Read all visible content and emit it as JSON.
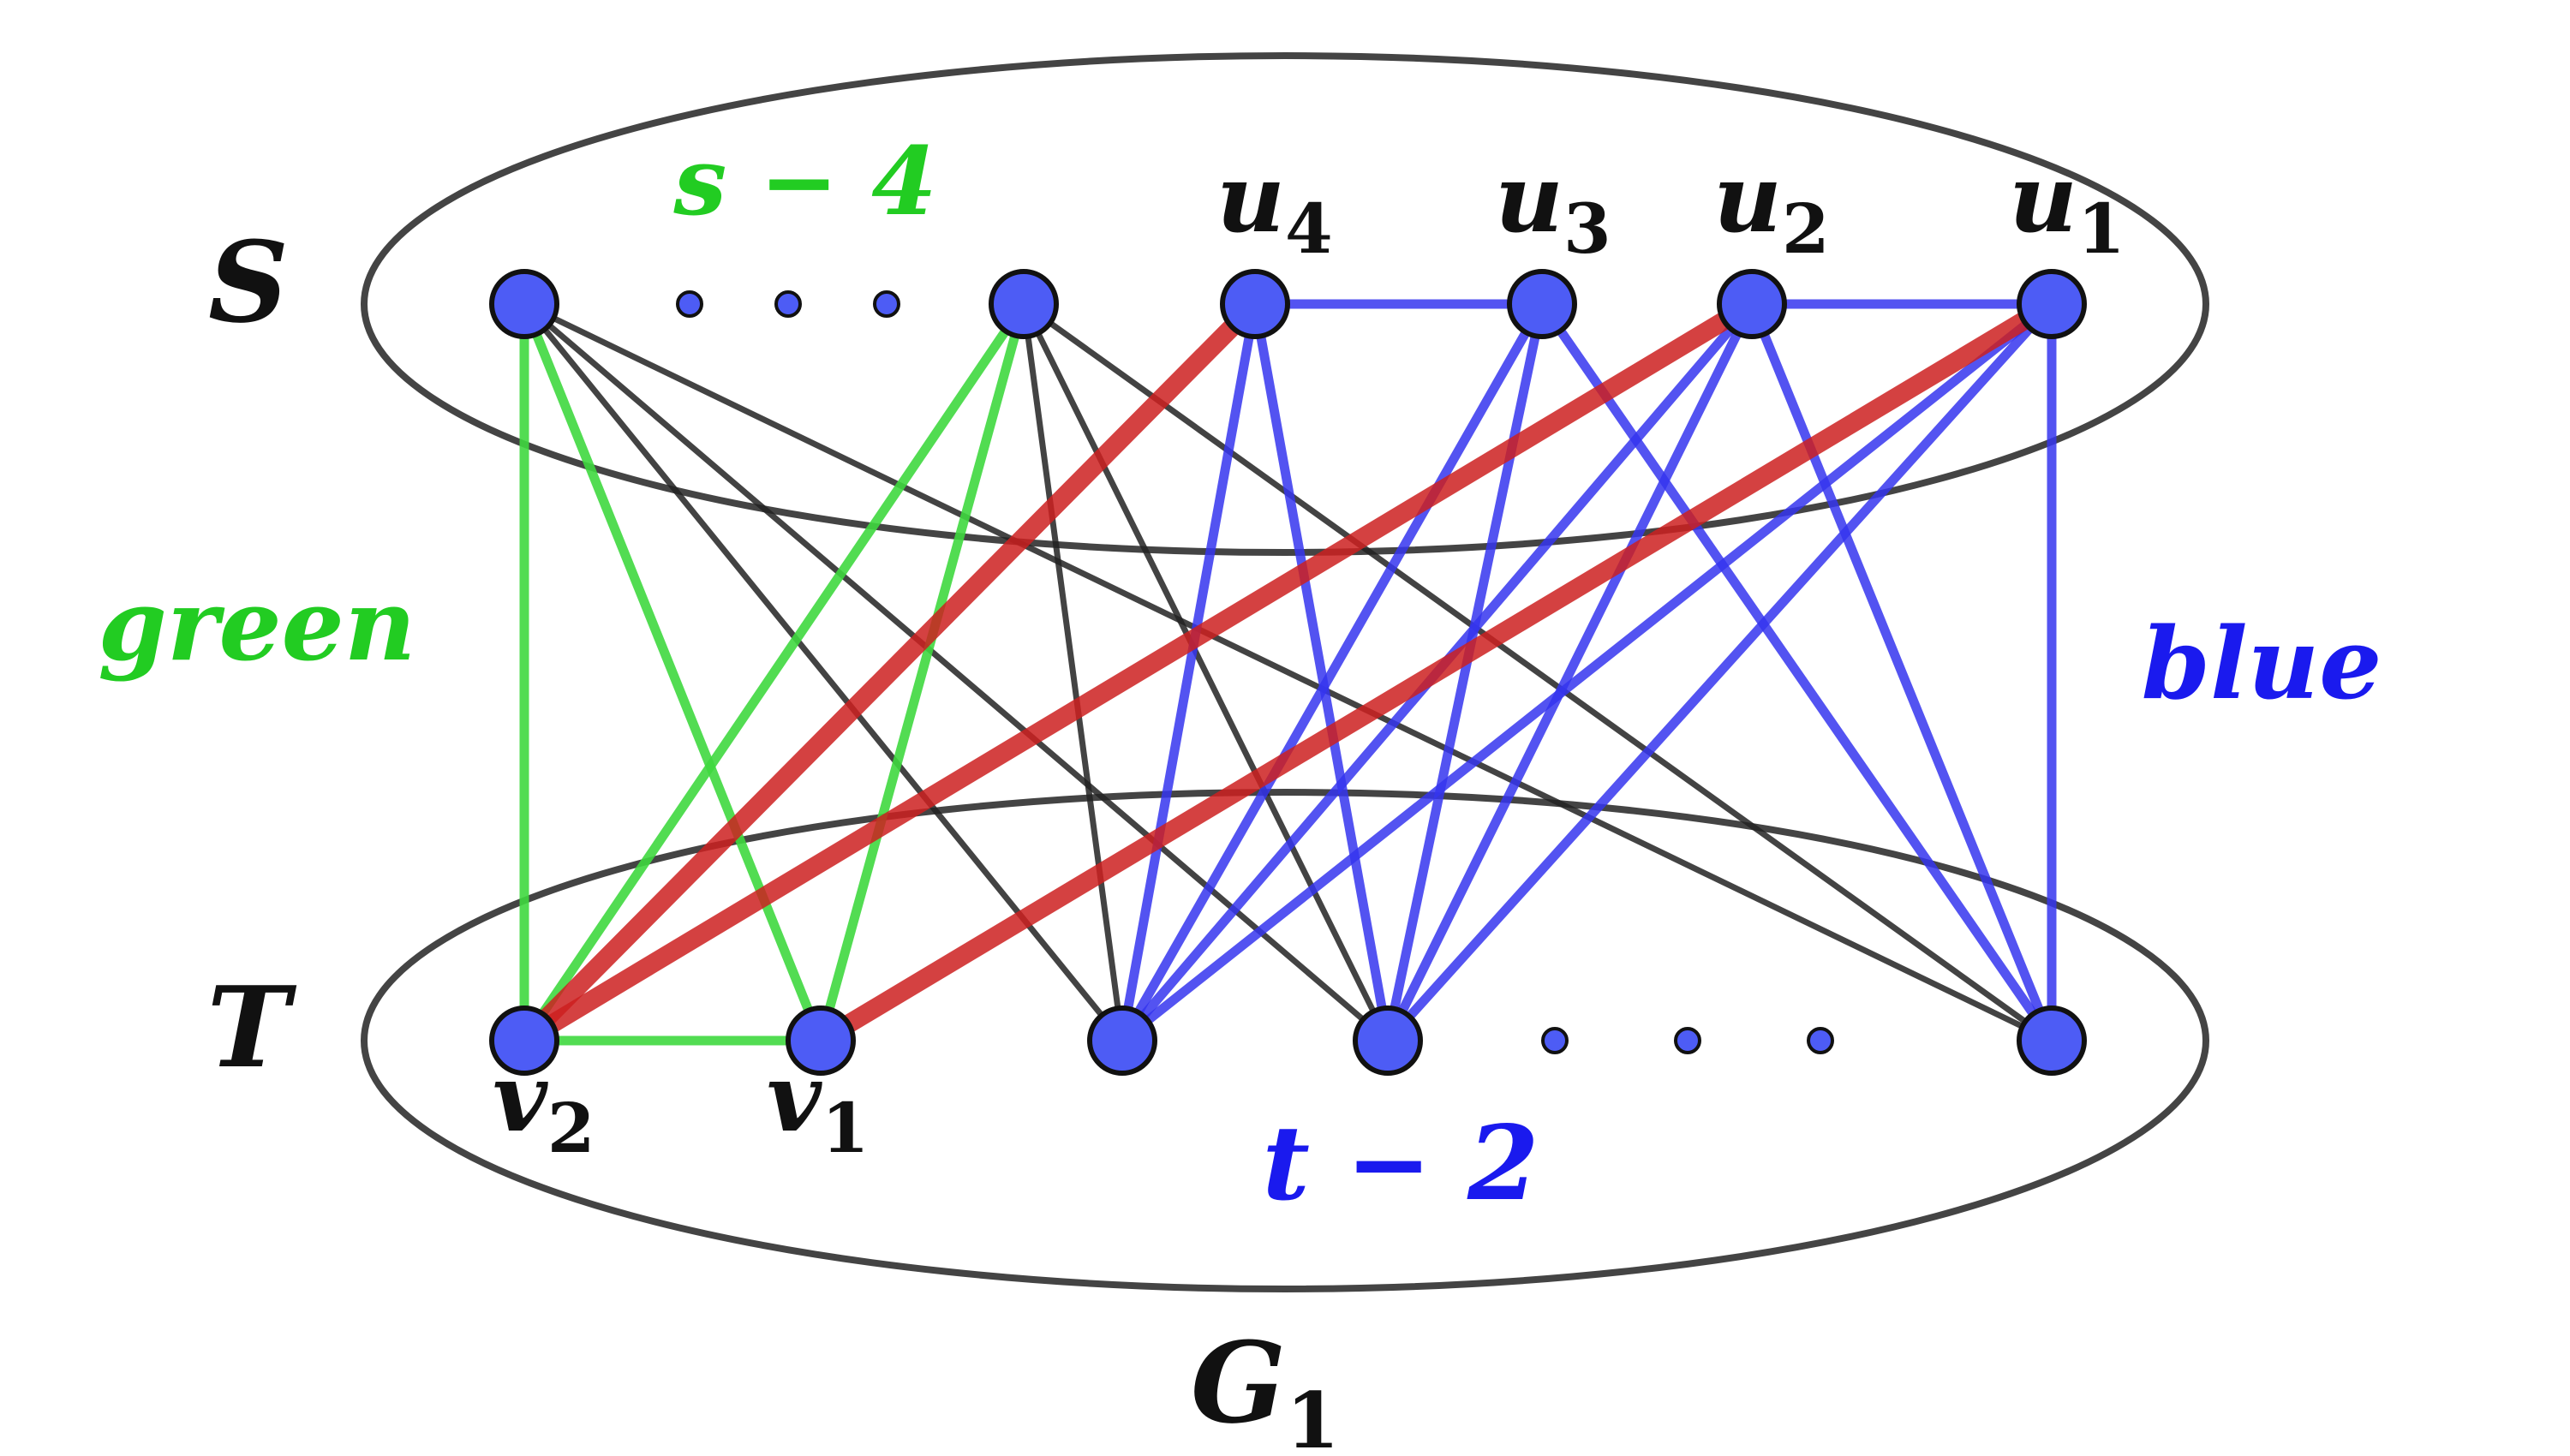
{
  "diagram": {
    "graph_label": "G",
    "graph_label_sub": "1",
    "part_labels": {
      "S": "S",
      "T": "T"
    },
    "count_labels": {
      "s": "s − 4",
      "t": "t − 2"
    },
    "color_labels": {
      "green": "green",
      "blue": "blue"
    },
    "vertex_labels": {
      "u4": {
        "main": "u",
        "sub": "4"
      },
      "u3": {
        "main": "u",
        "sub": "3"
      },
      "u2": {
        "main": "u",
        "sub": "2"
      },
      "u1": {
        "main": "u",
        "sub": "1"
      },
      "v2": {
        "main": "v",
        "sub": "2"
      },
      "v1": {
        "main": "v",
        "sub": "1"
      }
    },
    "colors": {
      "vertex_fill": "#4d5cf5",
      "green": "#3fd83f",
      "blue": "#3535ee",
      "red": "#cc2020",
      "black": "#222222",
      "ellipse": "#444444",
      "green_text": "#22cc22",
      "blue_text": "#1a1aee"
    },
    "vertices": {
      "S": [
        "s-first",
        "s-last",
        "u4",
        "u3",
        "u2",
        "u1"
      ],
      "T": [
        "v2",
        "v1",
        "t-a",
        "t-b",
        "t-last"
      ]
    },
    "edges": {
      "green": [
        [
          "s-first",
          "v2"
        ],
        [
          "s-first",
          "v1"
        ],
        [
          "s-last",
          "v2"
        ],
        [
          "s-last",
          "v1"
        ],
        [
          "v2",
          "v1"
        ]
      ],
      "red": [
        [
          "u4",
          "v2"
        ],
        [
          "u2",
          "v2"
        ],
        [
          "u1",
          "v1"
        ]
      ],
      "blue": [
        [
          "u4",
          "u3"
        ],
        [
          "u2",
          "u1"
        ],
        [
          "u1",
          "t-last"
        ],
        [
          "u4",
          "t-a"
        ],
        [
          "u4",
          "t-b"
        ],
        [
          "u3",
          "t-a"
        ],
        [
          "u3",
          "t-b"
        ],
        [
          "u3",
          "t-last"
        ],
        [
          "u2",
          "t-a"
        ],
        [
          "u2",
          "t-b"
        ],
        [
          "u2",
          "t-last"
        ],
        [
          "u1",
          "t-a"
        ],
        [
          "u1",
          "t-b"
        ]
      ],
      "black": [
        [
          "s-first",
          "t-a"
        ],
        [
          "s-first",
          "t-b"
        ],
        [
          "s-first",
          "t-last"
        ],
        [
          "s-last",
          "t-a"
        ],
        [
          "s-last",
          "t-b"
        ],
        [
          "s-last",
          "t-last"
        ]
      ]
    }
  }
}
